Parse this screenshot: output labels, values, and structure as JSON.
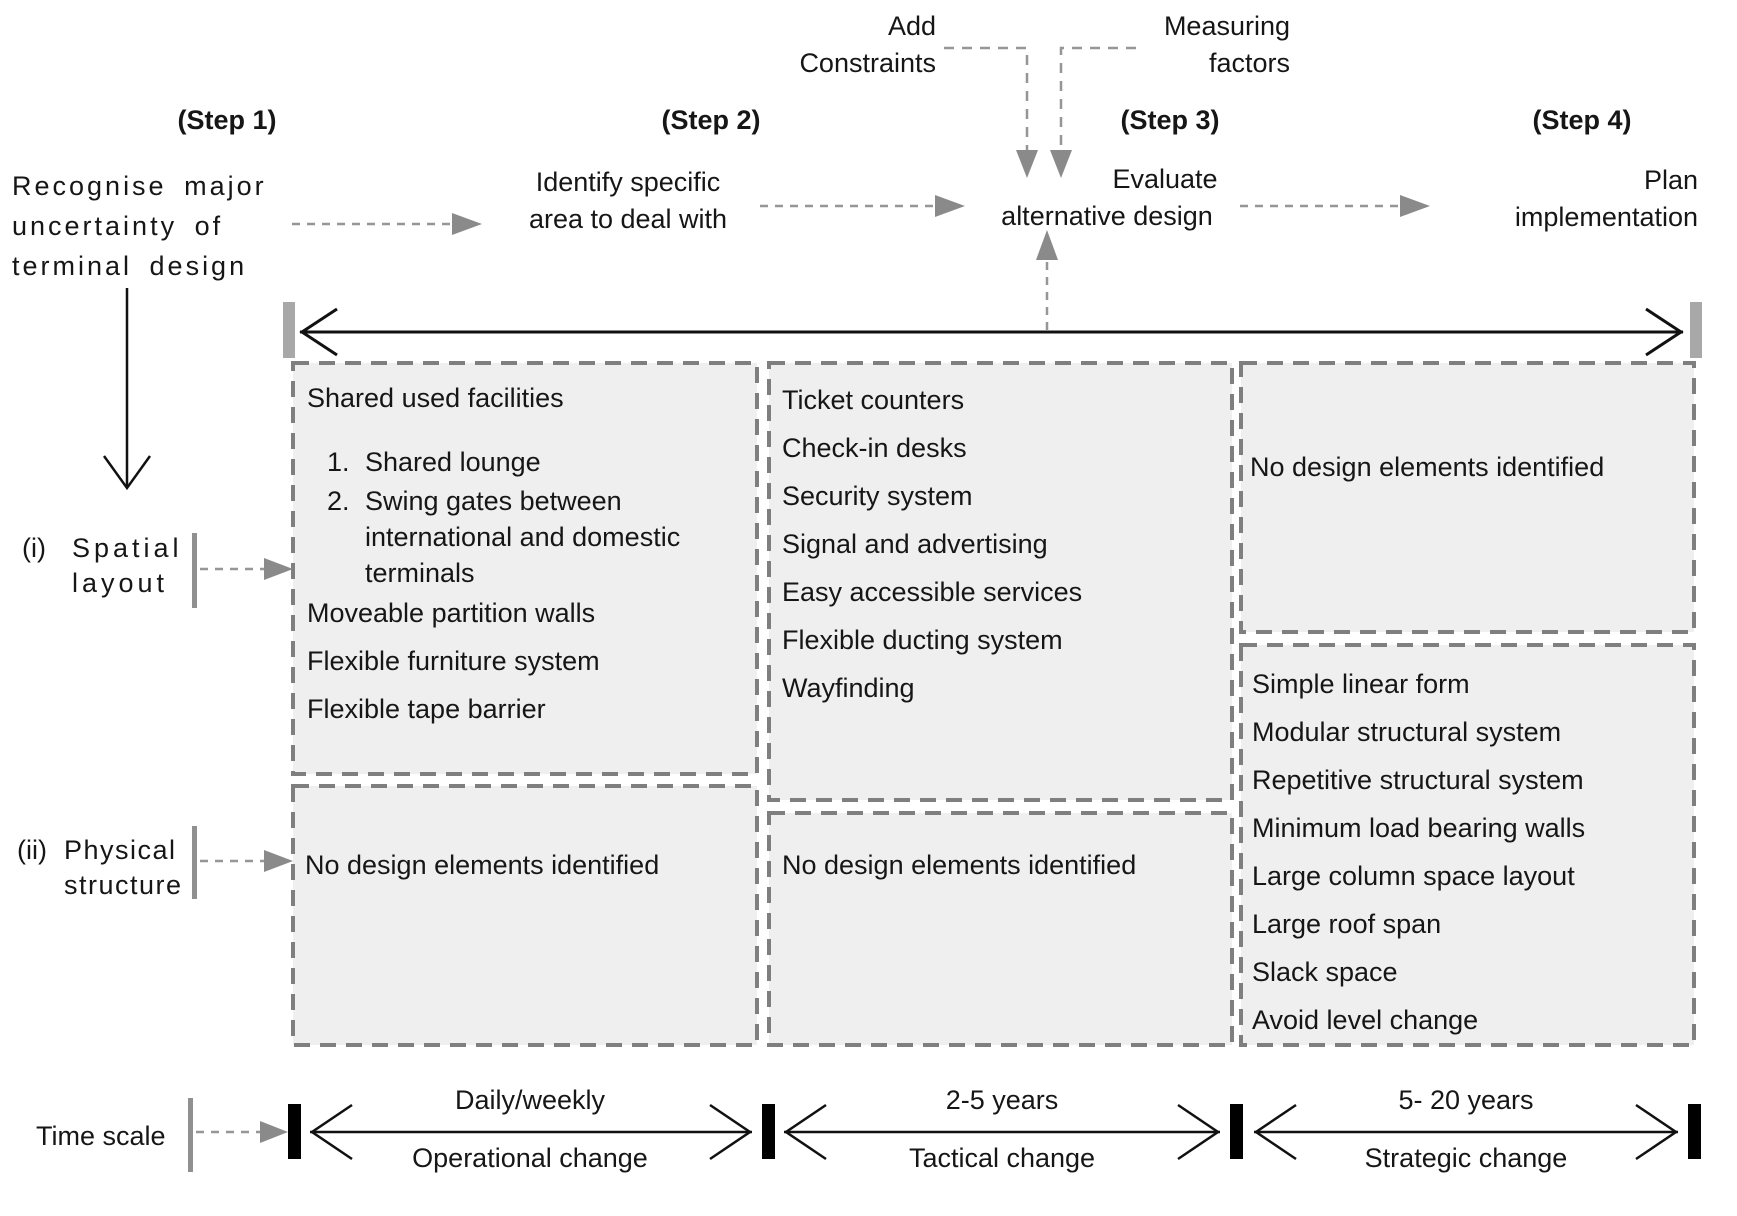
{
  "flow": {
    "step1": {
      "label": "(Step 1)",
      "line1": "Recognise major",
      "line2": "uncertainty of",
      "line3": "terminal design"
    },
    "step2": {
      "label": "(Step 2)",
      "line1": "Identify specific",
      "line2": "area to deal with"
    },
    "step3": {
      "label": "(Step 3)",
      "line1": "Evaluate",
      "line2": "alternative design"
    },
    "step4": {
      "label": "(Step 4)",
      "line1": "Plan",
      "line2": "implementation"
    },
    "add_constraints": {
      "line1": "Add",
      "line2": "Constraints"
    },
    "measuring_factors": {
      "line1": "Measuring",
      "line2": "factors"
    }
  },
  "row_labels": {
    "spatial": {
      "index": "(i)",
      "line1": "Spatial",
      "line2": "layout"
    },
    "physical": {
      "index": "(ii)",
      "line1": "Physical",
      "line2": "structure"
    },
    "time": "Time scale"
  },
  "matrix": {
    "spatial_operational": {
      "title": "Shared used facilities",
      "num1": "1.",
      "item1": "Shared lounge",
      "num2": "2.",
      "item2": "Swing gates between international and domestic terminals",
      "extra": [
        "Moveable partition walls",
        "Flexible furniture system",
        "Flexible tape barrier"
      ]
    },
    "spatial_tactical": {
      "items": [
        "Ticket counters",
        "Check-in desks",
        "Security system",
        "Signal and advertising",
        "Easy accessible services",
        "Flexible ducting system",
        "Wayfinding"
      ]
    },
    "spatial_strategic": {
      "text": "No design elements identified"
    },
    "physical_operational": {
      "text": "No design elements identified"
    },
    "physical_tactical": {
      "text": "No design elements identified"
    },
    "physical_strategic": {
      "items": [
        "Simple linear form",
        "Modular structural system",
        "Repetitive structural system",
        "Minimum load bearing walls",
        "Large column space layout",
        "Large roof span",
        "Slack space",
        "Avoid level change"
      ]
    }
  },
  "timeline": {
    "seg1": {
      "duration": "Daily/weekly",
      "change": "Operational change"
    },
    "seg2": {
      "duration": "2-5 years",
      "change": "Tactical change"
    },
    "seg3": {
      "duration": "5- 20 years",
      "change": "Strategic change"
    }
  },
  "colors": {
    "box_fill": "#efefef",
    "box_stroke": "#7f7f7f",
    "dash_gray": "#969696",
    "arrowhead_gray": "#8a8a8a",
    "cap_gray": "#a8a8a8",
    "black": "#111111"
  }
}
